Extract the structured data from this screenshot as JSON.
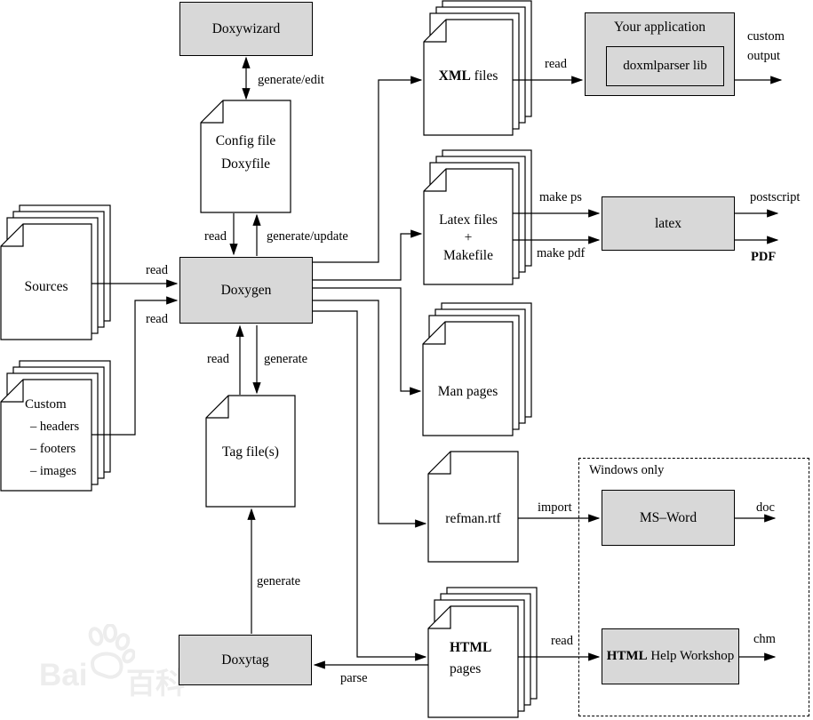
{
  "boxes": {
    "doxywizard": "Doxywizard",
    "doxygen": "Doxygen",
    "doxytag": "Doxytag",
    "your_application": "Your application",
    "doxmlparser_lib": "doxmlparser lib",
    "latex": "latex",
    "ms_word": "MS–Word",
    "html_help_workshop_bold": "HTML",
    "html_help_workshop_rest": " Help Workshop",
    "windows_only": "Windows only"
  },
  "documents": {
    "config": {
      "line1": "Config file",
      "line2": "Doxyfile"
    },
    "sources": {
      "label": "Sources"
    },
    "custom": {
      "title": "Custom",
      "items": [
        "– headers",
        "– footers",
        "– images"
      ]
    },
    "xml_files": {
      "bold": "XML",
      "rest": " files"
    },
    "latex_files": {
      "line1": "Latex files",
      "line2": "+",
      "line3": "Makefile"
    },
    "man_pages": {
      "label": "Man pages"
    },
    "refman": {
      "label": "refman.rtf"
    },
    "tag_file": {
      "label": "Tag file(s)"
    },
    "html_pages": {
      "bold": "HTML",
      "rest": "pages"
    }
  },
  "edge_labels": {
    "generate_edit": "generate/edit",
    "read_config": "read",
    "generate_update": "generate/update",
    "read_sources": "read",
    "read_custom": "read",
    "read_tagfile": "read",
    "generate_tagfile": "generate",
    "generate_doxytag": "generate",
    "read_xml": "read",
    "custom_output_line1": "custom",
    "custom_output_line2": "output",
    "make_ps": "make ps",
    "make_pdf": "make pdf",
    "postscript": "postscript",
    "pdf": "PDF",
    "import": "import",
    "doc": "doc",
    "read_html": "read",
    "chm": "chm",
    "parse": "parse"
  },
  "watermark": {
    "part1": "Bai",
    "part2": "百科"
  },
  "colors": {
    "box_fill": "#d8d8d8",
    "line": "#000000",
    "doc_fill": "#ffffff",
    "watermark": "#ededed"
  }
}
